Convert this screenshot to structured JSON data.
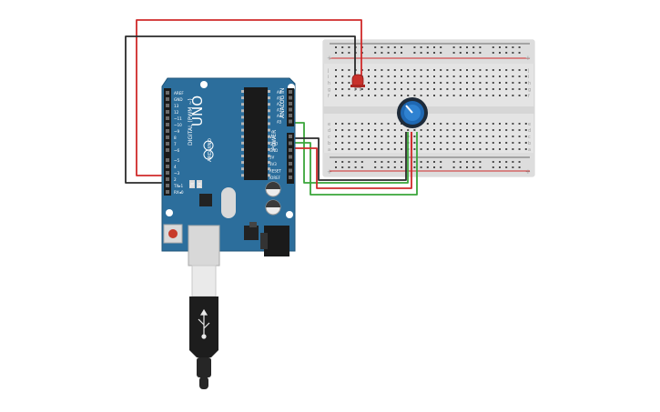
{
  "arduino": {
    "model_text": "UNO",
    "brand_text": "ARDUINO",
    "digital_header_text": "DIGITAL (PWM ~)",
    "analog_header_text": "ANALOG IN",
    "power_header_text": "POWER",
    "left_pin_labels": [
      "AREF",
      "GND",
      "13",
      "12",
      "~11",
      "~10",
      "~9",
      "8",
      "7",
      "~6",
      "~5",
      "4",
      "~3",
      "2",
      "TX▸1",
      "RX◂0"
    ],
    "analog_pin_labels": [
      "A0",
      "A1",
      "A2",
      "A3",
      "A4",
      "A5"
    ],
    "power_pin_labels": [
      "Vin",
      "GND",
      "GND",
      "5V",
      "3V3",
      "RESET",
      "IOREF"
    ],
    "led_labels": [
      "TX",
      "RX"
    ],
    "on_label": "ON",
    "l_label": "L"
  },
  "breadboard": {
    "top_row_letters": [
      "j",
      "i",
      "h",
      "g",
      "f"
    ],
    "bottom_row_letters": [
      "e",
      "d",
      "c",
      "b",
      "a"
    ],
    "plus_label": "+",
    "minus_label": "-"
  },
  "colors": {
    "board": "#2c6e9c",
    "breadboard": "#e4e4e4",
    "wire_red": "#d02a2a",
    "wire_black": "#2b2b2b",
    "wire_green": "#3aa53a",
    "led": "#c8302a",
    "pot_knob": "#1f68b3"
  },
  "icons": [
    "arduino-board-icon",
    "usb-cable-icon",
    "led-icon",
    "potentiometer-icon",
    "breadboard-icon"
  ]
}
